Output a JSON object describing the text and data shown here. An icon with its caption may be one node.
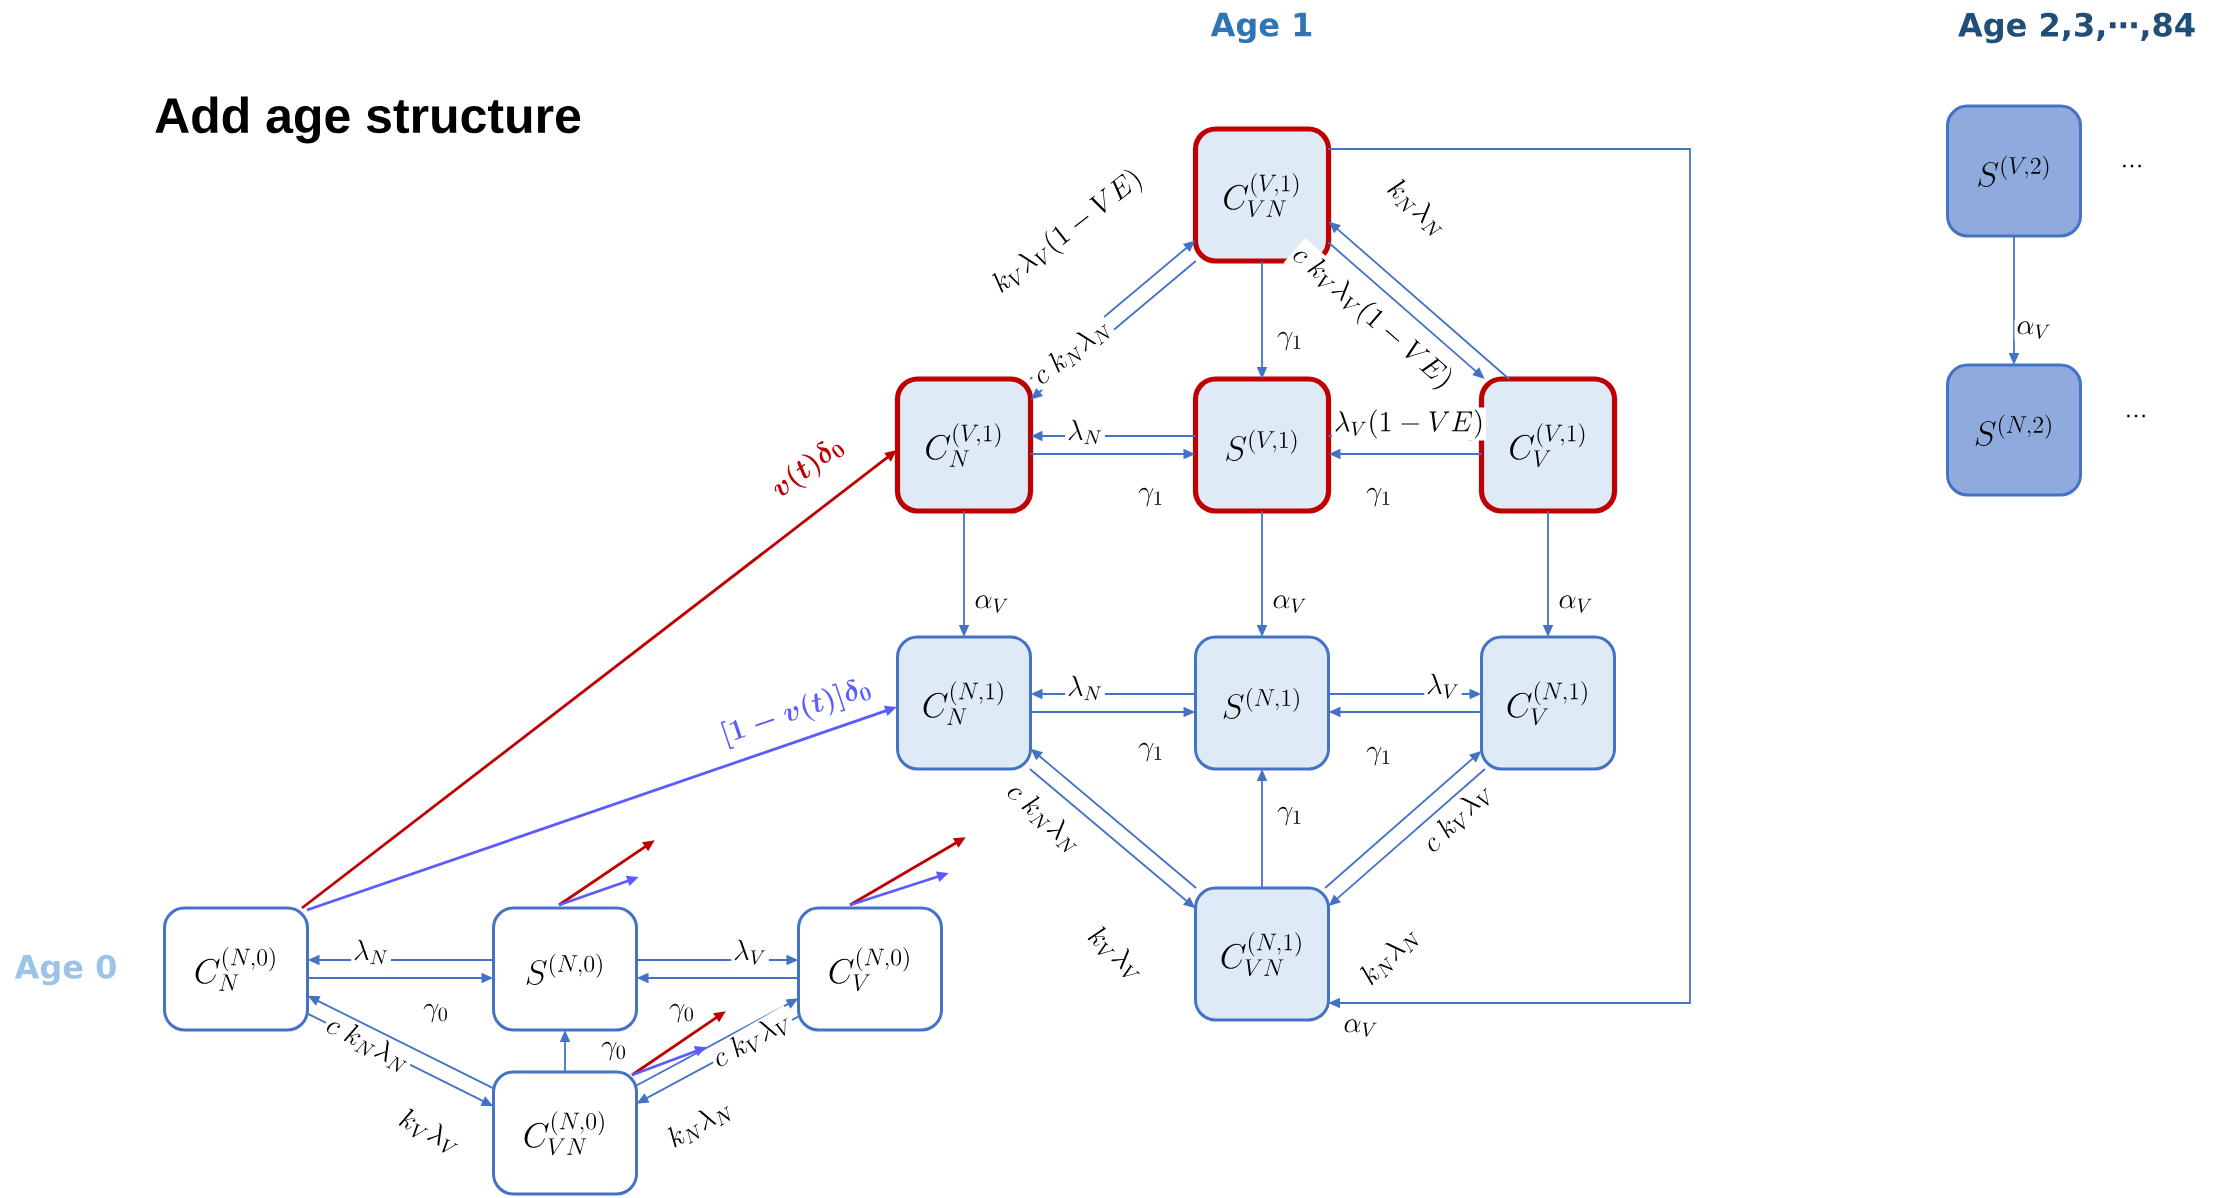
{
  "diagram": {
    "title": "Add age structure",
    "nodes": [
      {
        "text": [
          "C_{N}^{(N,0)}"
        ]
      },
      {
        "text": [
          "S^{(N,0)}"
        ]
      },
      {
        "text": [
          "C_{V}^{(N,0)}"
        ]
      },
      {
        "text": [
          "C_{VN}^{(N,0)}"
        ]
      },
      {
        "text": [
          "C_{VN}^{(V,1)}"
        ]
      },
      {
        "text": [
          "C_{N}^{(V,1)}"
        ]
      },
      {
        "text": [
          "S^{(V,1)}"
        ]
      },
      {
        "text": [
          "C_{V}^{(V,1)}"
        ]
      },
      {
        "text": [
          "C_{N}^{(N,1)}"
        ]
      },
      {
        "text": [
          "S^{(N,1)}"
        ]
      },
      {
        "text": [
          "C_{V}^{(N,1)}"
        ]
      },
      {
        "text": [
          "C_{VN}^{(N,1)}"
        ]
      },
      {
        "text": [
          "S^{(V,2)}"
        ]
      },
      {
        "text": [
          "S^{(N,2)}"
        ]
      }
    ],
    "edges": [
      {
        "from": 1,
        "to": 0,
        "arrow": "to",
        "label": "\\lambda_N"
      },
      {
        "from": 0,
        "to": 1,
        "arrow": "to",
        "label": "\\gamma_0"
      },
      {
        "from": 1,
        "to": 2,
        "arrow": "to",
        "label": "\\lambda_V"
      },
      {
        "from": 2,
        "to": 1,
        "arrow": "to",
        "label": "\\gamma_0"
      },
      {
        "from": 3,
        "to": 1,
        "arrow": "to",
        "label": "\\gamma_0"
      },
      {
        "from": 3,
        "to": 0,
        "arrow": "to",
        "label": "c\\;k_N\\lambda_N"
      },
      {
        "from": 0,
        "to": 3,
        "arrow": "to",
        "label": "k_V\\lambda_V"
      },
      {
        "from": 3,
        "to": 2,
        "arrow": "to",
        "label": "c\\;k_V\\lambda_V"
      },
      {
        "from": 2,
        "to": 3,
        "arrow": "to",
        "label": "k_N\\lambda_N"
      },
      {
        "from": 1,
        "to": null,
        "arrow": "to",
        "color": "#c00000"
      },
      {
        "from": 1,
        "to": null,
        "arrow": "to",
        "color": "#5b5bff"
      },
      {
        "from": 2,
        "to": null,
        "arrow": "to",
        "color": "#c00000"
      },
      {
        "from": 2,
        "to": null,
        "arrow": "to",
        "color": "#5b5bff"
      },
      {
        "from": 3,
        "to": null,
        "arrow": "to",
        "color": "#c00000"
      },
      {
        "from": 3,
        "to": null,
        "arrow": "to",
        "color": "#5b5bff"
      },
      {
        "from": 0,
        "to": 5,
        "arrow": "to",
        "label": "v(t)\\delta_0",
        "color": "#c00000"
      },
      {
        "from": 0,
        "to": 8,
        "arrow": "to",
        "label": "[1-v(t)]\\delta_0",
        "color": "#5b5bff"
      },
      {
        "from": 5,
        "to": 4,
        "arrow": "to",
        "label": "k_V\\lambda_V(1-VE)"
      },
      {
        "from": 4,
        "to": 5,
        "arrow": "to",
        "label": "c\\;k_N\\lambda_N"
      },
      {
        "from": 7,
        "to": 4,
        "arrow": "to",
        "label": "k_N\\lambda_N"
      },
      {
        "from": 4,
        "to": 7,
        "arrow": "to",
        "label": "c\\;k_V\\lambda_V(1-VE)"
      },
      {
        "from": 4,
        "to": 6,
        "arrow": "to",
        "label": "\\gamma_1"
      },
      {
        "from": 6,
        "to": 5,
        "arrow": "to",
        "label": "\\lambda_N"
      },
      {
        "from": 5,
        "to": 6,
        "arrow": "to",
        "label": "\\gamma_1"
      },
      {
        "from": 6,
        "to": 7,
        "arrow": "to",
        "label": "\\lambda_V(1-VE)"
      },
      {
        "from": 7,
        "to": 6,
        "arrow": "to",
        "label": "\\gamma_1"
      },
      {
        "from": 5,
        "to": 8,
        "arrow": "to",
        "label": "\\alpha_V"
      },
      {
        "from": 6,
        "to": 9,
        "arrow": "to",
        "label": "\\alpha_V"
      },
      {
        "from": 7,
        "to": 10,
        "arrow": "to",
        "label": "\\alpha_V"
      },
      {
        "from": 9,
        "to": 8,
        "arrow": "to",
        "label": "\\lambda_N"
      },
      {
        "from": 8,
        "to": 9,
        "arrow": "to",
        "label": "\\gamma_1"
      },
      {
        "from": 9,
        "to": 10,
        "arrow": "to",
        "label": "\\lambda_V"
      },
      {
        "from": 10,
        "to": 9,
        "arrow": "to",
        "label": "\\gamma_1"
      },
      {
        "from": 11,
        "to": 9,
        "arrow": "to",
        "label": "\\gamma_1"
      },
      {
        "from": 11,
        "to": 8,
        "arrow": "to",
        "label": "c\\;k_N\\lambda_N"
      },
      {
        "from": 8,
        "to": 11,
        "arrow": "to",
        "label": "k_V\\lambda_V"
      },
      {
        "from": 11,
        "to": 10,
        "arrow": "to",
        "label": "c\\;k_V\\lambda_V"
      },
      {
        "from": 10,
        "to": 11,
        "arrow": "to",
        "label": "k_N\\lambda_N"
      },
      {
        "from": 4,
        "to": 11,
        "arrow": "to",
        "label": "\\alpha_V"
      },
      {
        "from": 12,
        "to": 13,
        "arrow": "to",
        "label": "\\alpha_V"
      }
    ],
    "labels": [
      "Age 1",
      "Age 2,3,⋯,84",
      "…",
      "…",
      "Age 0"
    ]
  }
}
